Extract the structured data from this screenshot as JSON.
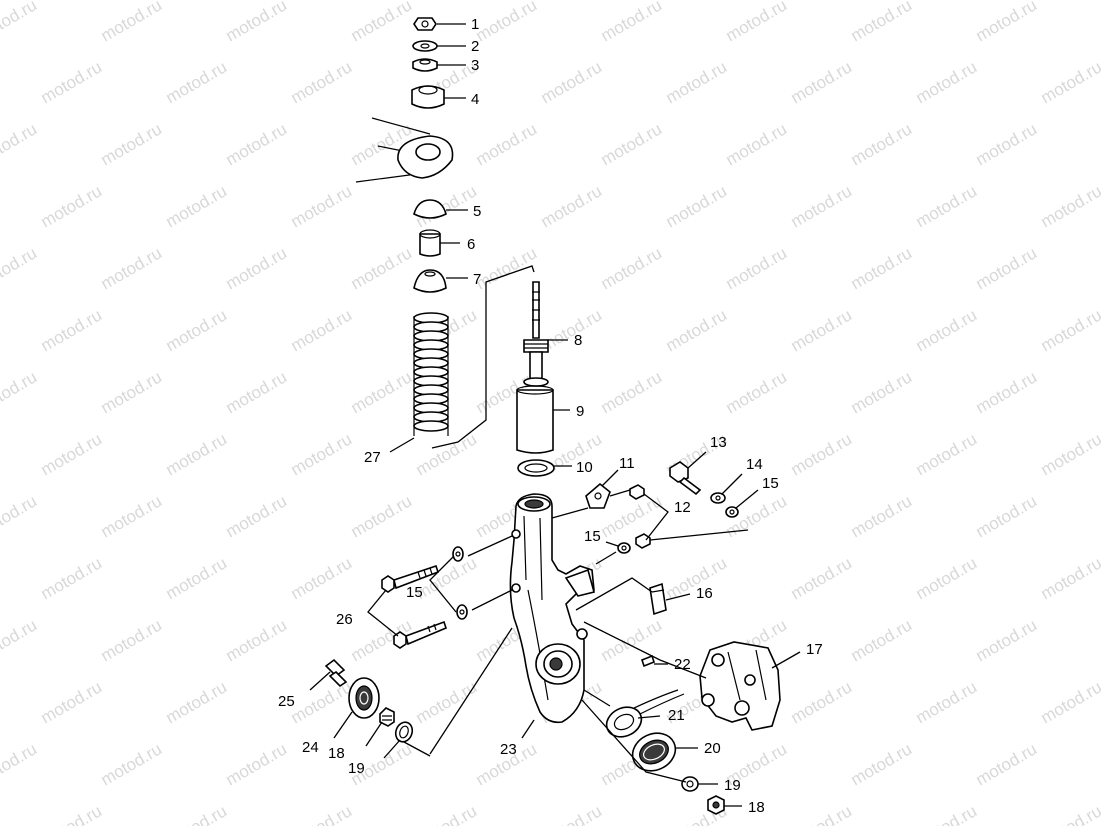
{
  "watermark": "motod.ru",
  "callouts": [
    "1",
    "2",
    "3",
    "4",
    "5",
    "6",
    "7",
    "8",
    "9",
    "10",
    "11",
    "12",
    "13",
    "14",
    "15",
    "15",
    "15",
    "16",
    "17",
    "18",
    "18",
    "19",
    "19",
    "20",
    "21",
    "22",
    "23",
    "24",
    "25",
    "26",
    "27"
  ]
}
